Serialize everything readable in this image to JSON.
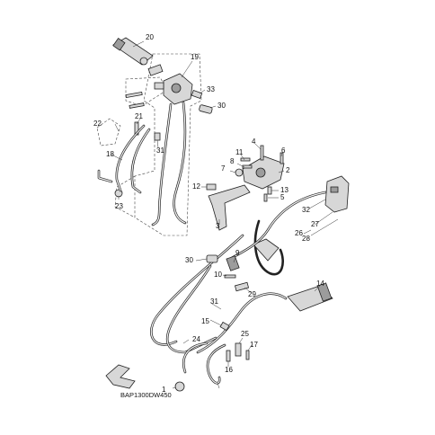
{
  "diagram": {
    "code": "BAP1300DW450",
    "callouts": [
      "20",
      "19",
      "33",
      "30",
      "21",
      "22",
      "18",
      "31",
      "23",
      "4",
      "11",
      "6",
      "8",
      "7",
      "2",
      "12",
      "13",
      "5",
      "32",
      "27",
      "28",
      "26",
      "3",
      "30",
      "9",
      "10",
      "29",
      "14",
      "31",
      "15",
      "24",
      "25",
      "17",
      "16",
      "1"
    ]
  },
  "colors": {
    "ink": "#222222",
    "part": "#d7d7d7",
    "background": "#ffffff"
  }
}
